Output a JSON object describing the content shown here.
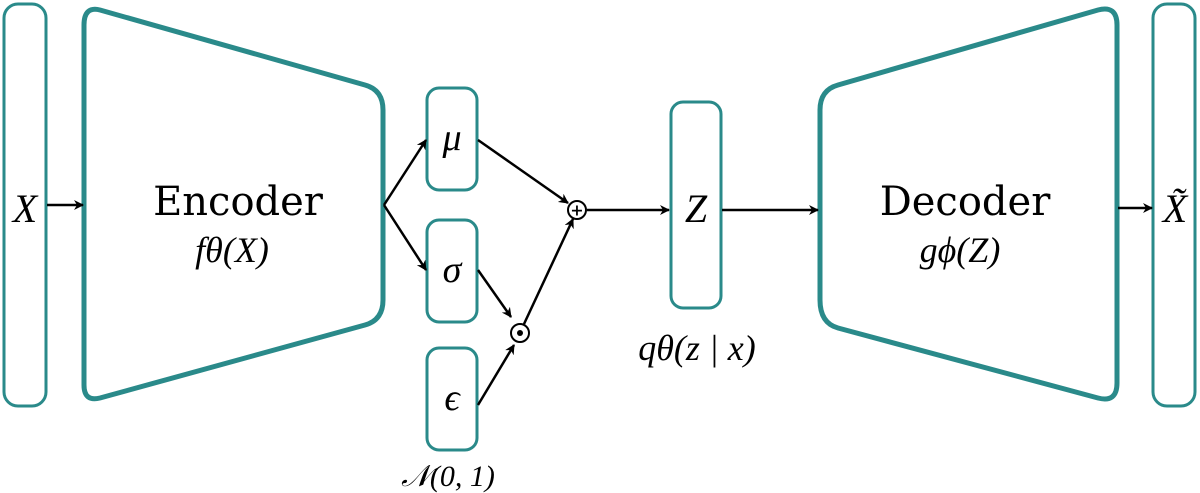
{
  "input": {
    "label": "X"
  },
  "encoder": {
    "title": "Encoder",
    "func": "fθ(X)"
  },
  "latent": {
    "mu": "μ",
    "sigma": "σ",
    "epsilon": "ϵ",
    "noise_dist": "𝒩(0, 1)",
    "plus_op": "+",
    "dot_op": "⊙"
  },
  "z": {
    "label": "Z",
    "posterior": "qθ(z | x)"
  },
  "decoder": {
    "title": "Decoder",
    "func": "gϕ(Z)"
  },
  "output": {
    "label": "X̃"
  },
  "colors": {
    "accent": "#2a8a8a",
    "arrow": "#000000"
  }
}
